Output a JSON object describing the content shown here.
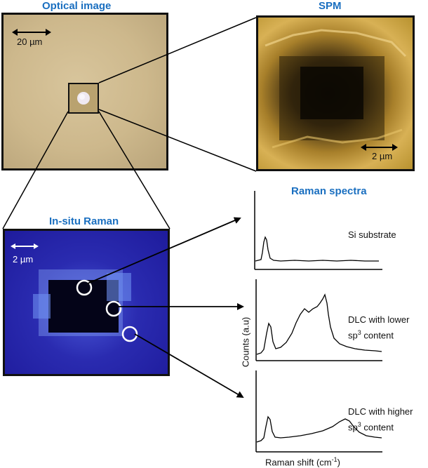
{
  "titles": {
    "optical": "Optical image",
    "spm": "SPM",
    "raman_map": "In-situ Raman",
    "raman_spectra": "Raman spectra"
  },
  "scale_bars": {
    "optical": "20 µm",
    "spm": "2 µm",
    "raman_map": "2 µm"
  },
  "spectra": [
    {
      "label_line1": "Si substrate",
      "label_line2": "",
      "sup": "",
      "suffix": ""
    },
    {
      "label_line1": "DLC with lower",
      "label_line2": "sp",
      "sup": "3",
      "suffix": " content"
    },
    {
      "label_line1": "DLC with higher",
      "label_line2": "sp",
      "sup": "3",
      "suffix": " content"
    }
  ],
  "axes": {
    "ylabel": "Counts (a.u)",
    "xlabel_main": "Raman shift (cm",
    "xlabel_sup": "-1",
    "xlabel_end": ")"
  },
  "colors": {
    "title": "#1a6fc0",
    "optical_bg": "#cdb88c",
    "spm_bg": "#b8922f",
    "raman_bg": "#1e1b9c"
  }
}
